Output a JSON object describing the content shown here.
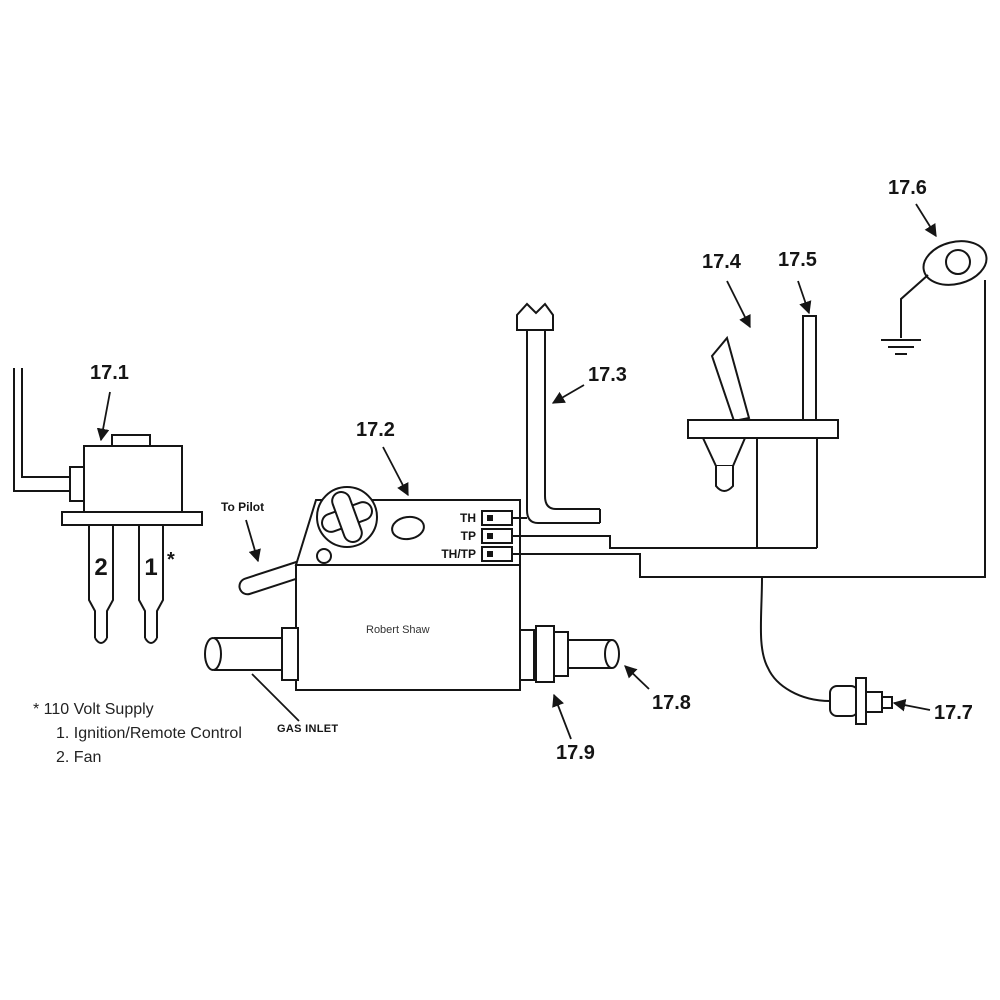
{
  "callouts": {
    "c1": "17.1",
    "c2": "17.2",
    "c3": "17.3",
    "c4": "17.4",
    "c5": "17.5",
    "c6": "17.6",
    "c7": "17.7",
    "c8": "17.8",
    "c9": "17.9"
  },
  "valve": {
    "brand": "Robert Shaw",
    "terminals": [
      "TH",
      "TP",
      "TH/TP"
    ],
    "to_pilot_label": "To Pilot",
    "gas_inlet_label": "GAS INLET"
  },
  "supply": {
    "wire2": "2",
    "wire1": "1",
    "asterisk": "*"
  },
  "legend": {
    "line1": "* 110 Volt Supply",
    "line2": "1. Ignition/Remote Control",
    "line3": "2. Fan"
  },
  "colors": {
    "ink": "#151515",
    "background": "#ffffff"
  }
}
